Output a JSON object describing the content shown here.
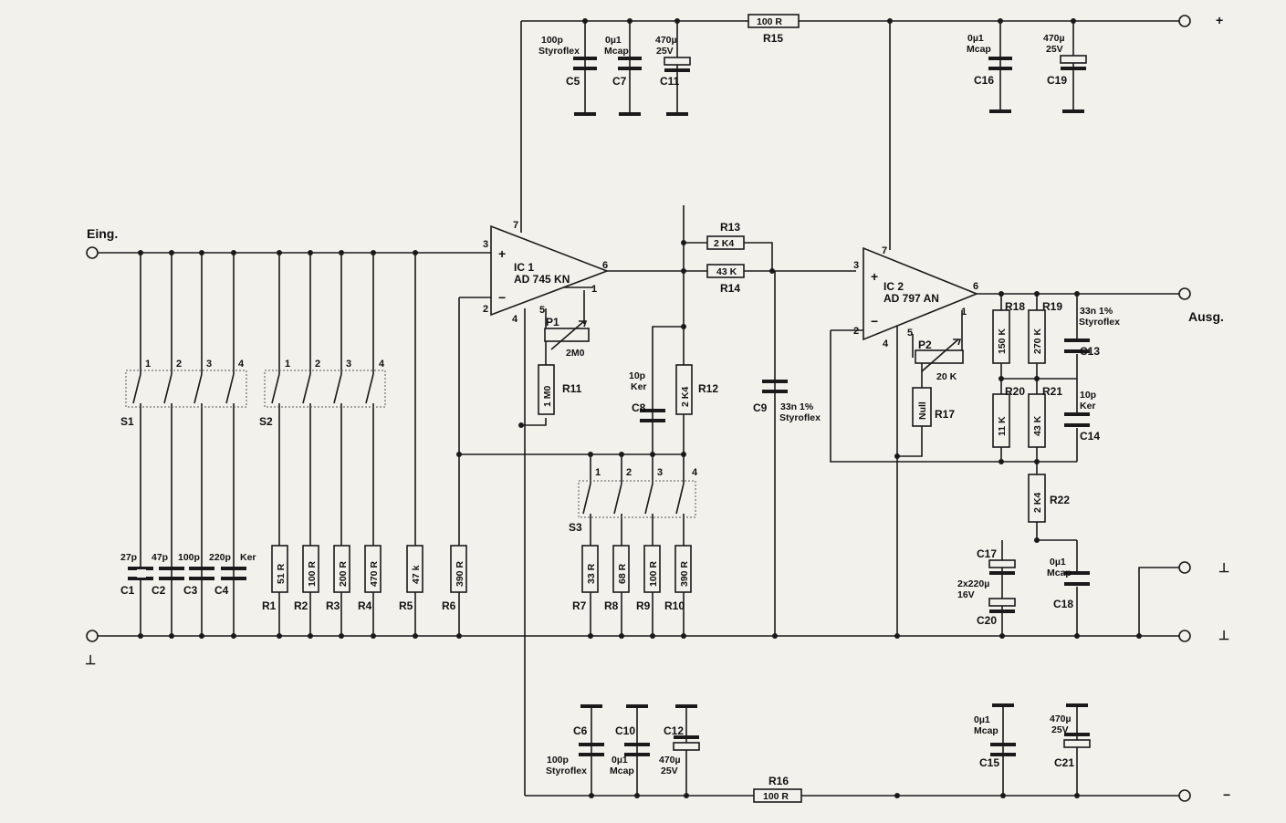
{
  "terminals": {
    "input": "Eing.",
    "output": "Ausg.",
    "plus": "+",
    "minus": "−",
    "gnd": "⊥"
  },
  "opamps": {
    "ic1": {
      "name": "IC 1",
      "part": "AD 745 KN",
      "pin_plus": "3",
      "pin_minus": "2",
      "pin_out": "6",
      "pin_vp": "7",
      "pin_vn": "4",
      "pin_n1": "1",
      "pin_n5": "5"
    },
    "ic2": {
      "name": "IC 2",
      "part": "AD 797 AN",
      "pin_plus": "3",
      "pin_minus": "2",
      "pin_out": "6",
      "pin_vp": "7",
      "pin_vn": "4",
      "pin_n1": "1",
      "pin_n5": "5"
    }
  },
  "switches": {
    "s1": {
      "name": "S1",
      "contacts": [
        "1",
        "2",
        "3",
        "4"
      ]
    },
    "s2": {
      "name": "S2",
      "contacts": [
        "1",
        "2",
        "3",
        "4"
      ]
    },
    "s3": {
      "name": "S3",
      "contacts": [
        "1",
        "2",
        "3",
        "4"
      ]
    }
  },
  "input_caps": [
    {
      "ref": "C1",
      "value": "27p"
    },
    {
      "ref": "C2",
      "value": "47p"
    },
    {
      "ref": "C3",
      "value": "100p"
    },
    {
      "ref": "C4",
      "value": "220p"
    }
  ],
  "input_caps_note": "Ker",
  "input_resistors": [
    {
      "ref": "R1",
      "value": "51 R"
    },
    {
      "ref": "R2",
      "value": "100 R"
    },
    {
      "ref": "R3",
      "value": "200 R"
    },
    {
      "ref": "R4",
      "value": "470 R"
    },
    {
      "ref": "R5",
      "value": "47 k"
    },
    {
      "ref": "R6",
      "value": "390 R"
    }
  ],
  "gain_resistors": [
    {
      "ref": "R7",
      "value": "33 R"
    },
    {
      "ref": "R8",
      "value": "68 R"
    },
    {
      "ref": "R9",
      "value": "100 R"
    },
    {
      "ref": "R10",
      "value": "390 R"
    }
  ],
  "r11": {
    "ref": "R11",
    "value": "1 M0"
  },
  "r12": {
    "ref": "R12",
    "value": "2 K4"
  },
  "r13": {
    "ref": "R13",
    "value": "2 K4"
  },
  "r14": {
    "ref": "R14",
    "value": "43 K"
  },
  "r15": {
    "ref": "R15",
    "value": "100 R"
  },
  "r16": {
    "ref": "R16",
    "value": "100 R"
  },
  "r17": {
    "ref": "R17",
    "value": "Null"
  },
  "r18": {
    "ref": "R18",
    "value": "150 K"
  },
  "r19": {
    "ref": "R19",
    "value": "270 K"
  },
  "r20": {
    "ref": "R20",
    "value": "11 K"
  },
  "r21": {
    "ref": "R21",
    "value": "43 K"
  },
  "r22": {
    "ref": "R22",
    "value": "2 K4"
  },
  "p1": {
    "ref": "P1",
    "value": "2M0"
  },
  "p2": {
    "ref": "P2",
    "value": "20 K"
  },
  "c5": {
    "ref": "C5",
    "value": "100p",
    "type": "Styroflex"
  },
  "c7": {
    "ref": "C7",
    "value": "0µ1",
    "type": "Mcap"
  },
  "c11": {
    "ref": "C11",
    "value": "470µ",
    "type": "25V"
  },
  "c16": {
    "ref": "C16",
    "value": "0µ1",
    "type": "Mcap"
  },
  "c19": {
    "ref": "C19",
    "value": "470µ",
    "type": "25V"
  },
  "c6": {
    "ref": "C6",
    "value": "100p",
    "type": "Styroflex"
  },
  "c10": {
    "ref": "C10",
    "value": "0µ1",
    "type": "Mcap"
  },
  "c12": {
    "ref": "C12",
    "value": "470µ",
    "type": "25V"
  },
  "c15": {
    "ref": "C15",
    "value": "0µ1",
    "type": "Mcap"
  },
  "c21": {
    "ref": "C21",
    "value": "470µ",
    "type": "25V"
  },
  "c8": {
    "ref": "C8",
    "value": "10p",
    "type": "Ker"
  },
  "c9": {
    "ref": "C9",
    "value": "33n 1%",
    "type": "Styroflex"
  },
  "c13": {
    "ref": "C13",
    "value": "33n 1%",
    "type": "Styroflex"
  },
  "c14": {
    "ref": "C14",
    "value": "10p",
    "type": "Ker"
  },
  "c17": {
    "ref": "C17"
  },
  "c20": {
    "ref": "C20"
  },
  "c17_20_value": "2x220µ",
  "c17_20_voltage": "16V",
  "c18": {
    "ref": "C18",
    "value": "0µ1",
    "type": "Mcap"
  }
}
